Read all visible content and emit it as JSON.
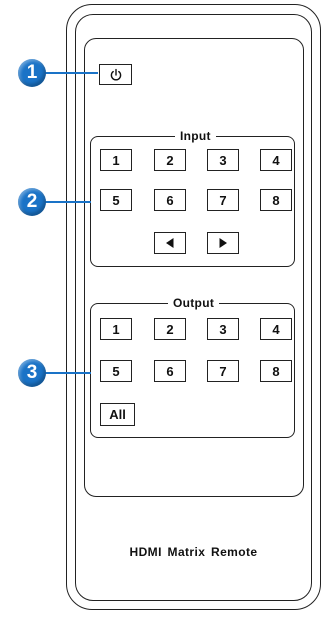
{
  "device": {
    "name": "HDMI  Matrix Remote"
  },
  "power_key": {
    "icon": "power-icon"
  },
  "input_group": {
    "title": "Input",
    "keys": [
      "1",
      "2",
      "3",
      "4",
      "5",
      "6",
      "7",
      "8"
    ],
    "nav": {
      "left_icon": "arrow-left-icon",
      "right_icon": "arrow-right-icon"
    }
  },
  "output_group": {
    "title": "Output",
    "keys": [
      "1",
      "2",
      "3",
      "4",
      "5",
      "6",
      "7",
      "8"
    ],
    "all_label": "All"
  },
  "callouts": [
    "1",
    "2",
    "3"
  ],
  "colors": {
    "callout": "#1a73c7",
    "outline": "#222222"
  }
}
